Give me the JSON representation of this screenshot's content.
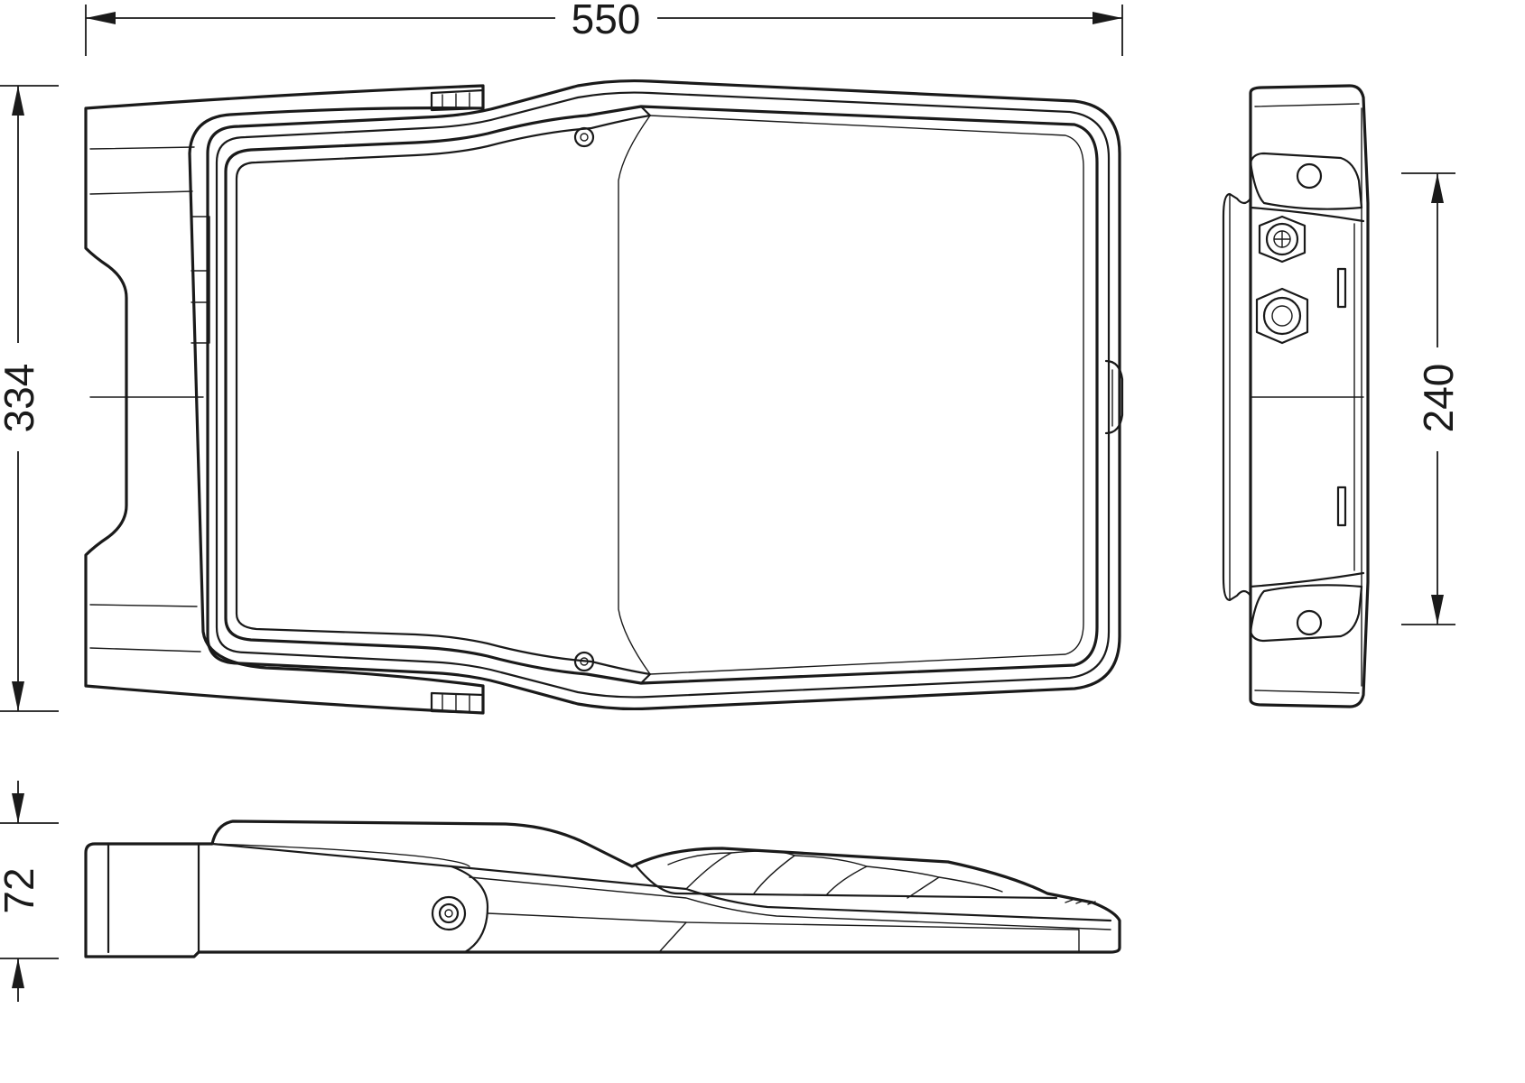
{
  "dimensions": {
    "width_overall": "550",
    "depth_overall": "334",
    "mount_spacing": "240",
    "height_overall": "72"
  },
  "colors": {
    "line": "#1a1a1a",
    "background": "#ffffff"
  }
}
